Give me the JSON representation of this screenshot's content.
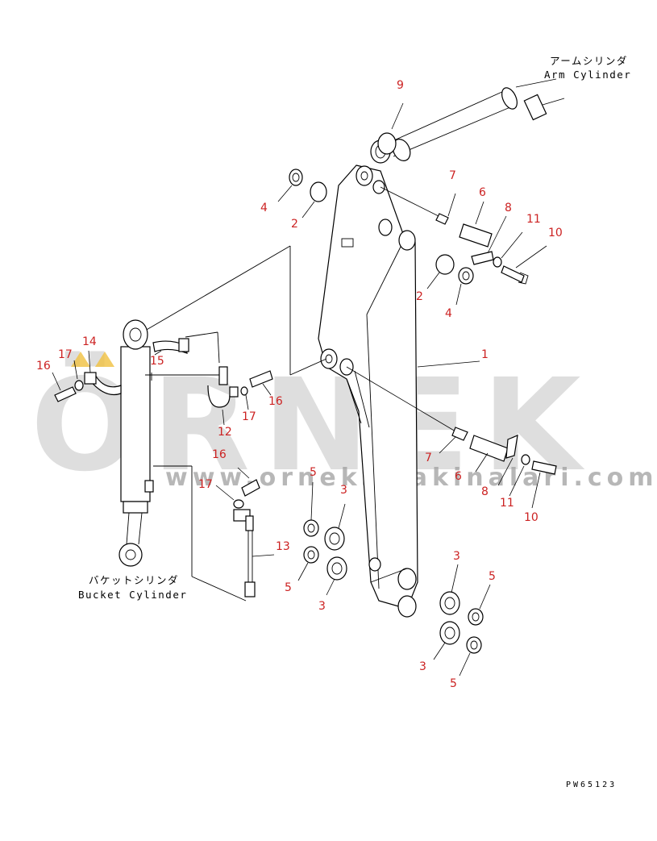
{
  "captions": {
    "arm_cylinder_jp": "アームシリンダ",
    "arm_cylinder_en": "Arm Cylinder",
    "bucket_cylinder_jp": "バケットシリンダ",
    "bucket_cylinder_en": "Bucket Cylinder"
  },
  "watermark": {
    "brand": "ÖRNEK",
    "url": "www.orneksmakinalari.com.tr"
  },
  "drawing_number": "PW65123",
  "callouts": {
    "c1": "1",
    "c2a": "2",
    "c2b": "2",
    "c3a": "3",
    "c3b": "3",
    "c3c": "3",
    "c3d": "3",
    "c4a": "4",
    "c4b": "4",
    "c5a": "5",
    "c5b": "5",
    "c5c": "5",
    "c5d": "5",
    "c6a": "6",
    "c6b": "6",
    "c7a": "7",
    "c7b": "7",
    "c8a": "8",
    "c8b": "8",
    "c9": "9",
    "c10a": "10",
    "c10b": "10",
    "c11a": "11",
    "c11b": "11",
    "c12": "12",
    "c13": "13",
    "c14": "14",
    "c15": "15",
    "c16a": "16",
    "c16b": "16",
    "c16c": "16",
    "c17a": "17",
    "c17b": "17",
    "c17c": "17"
  },
  "colors": {
    "callout": "#cc2222",
    "watermark": "#c4c4c4",
    "watermark_accent": "#f0c040"
  }
}
